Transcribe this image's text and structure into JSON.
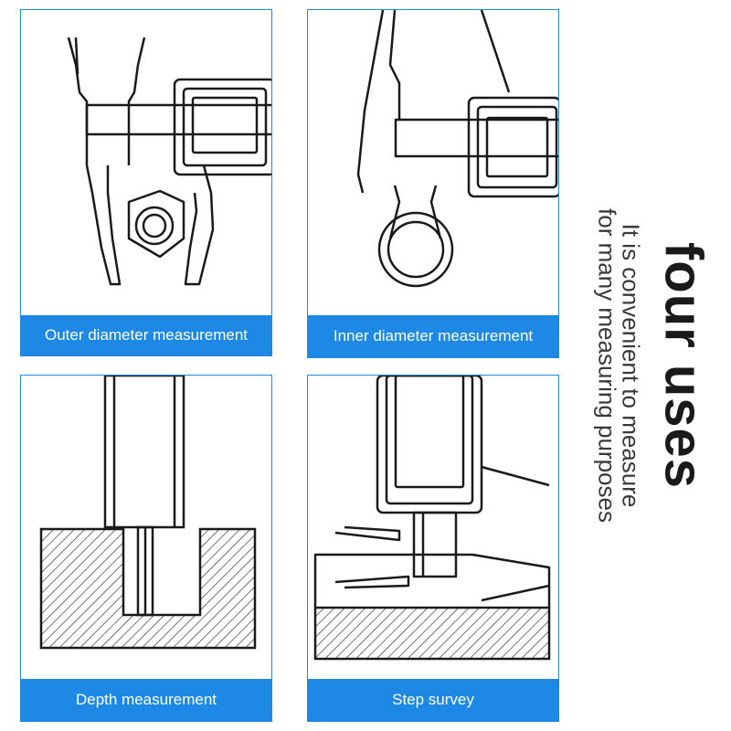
{
  "panels": [
    {
      "label": "Outer diameter measurement"
    },
    {
      "label": "Inner diameter measurement"
    },
    {
      "label": "Depth measurement"
    },
    {
      "label": "Step survey"
    }
  ],
  "heading": "four uses",
  "subtitle_line1": "It is convenient to measure",
  "subtitle_line2": "for many measuring purposes",
  "colors": {
    "accent": "#1e88e5",
    "line": "#1a1a1a",
    "background": "#ffffff"
  }
}
